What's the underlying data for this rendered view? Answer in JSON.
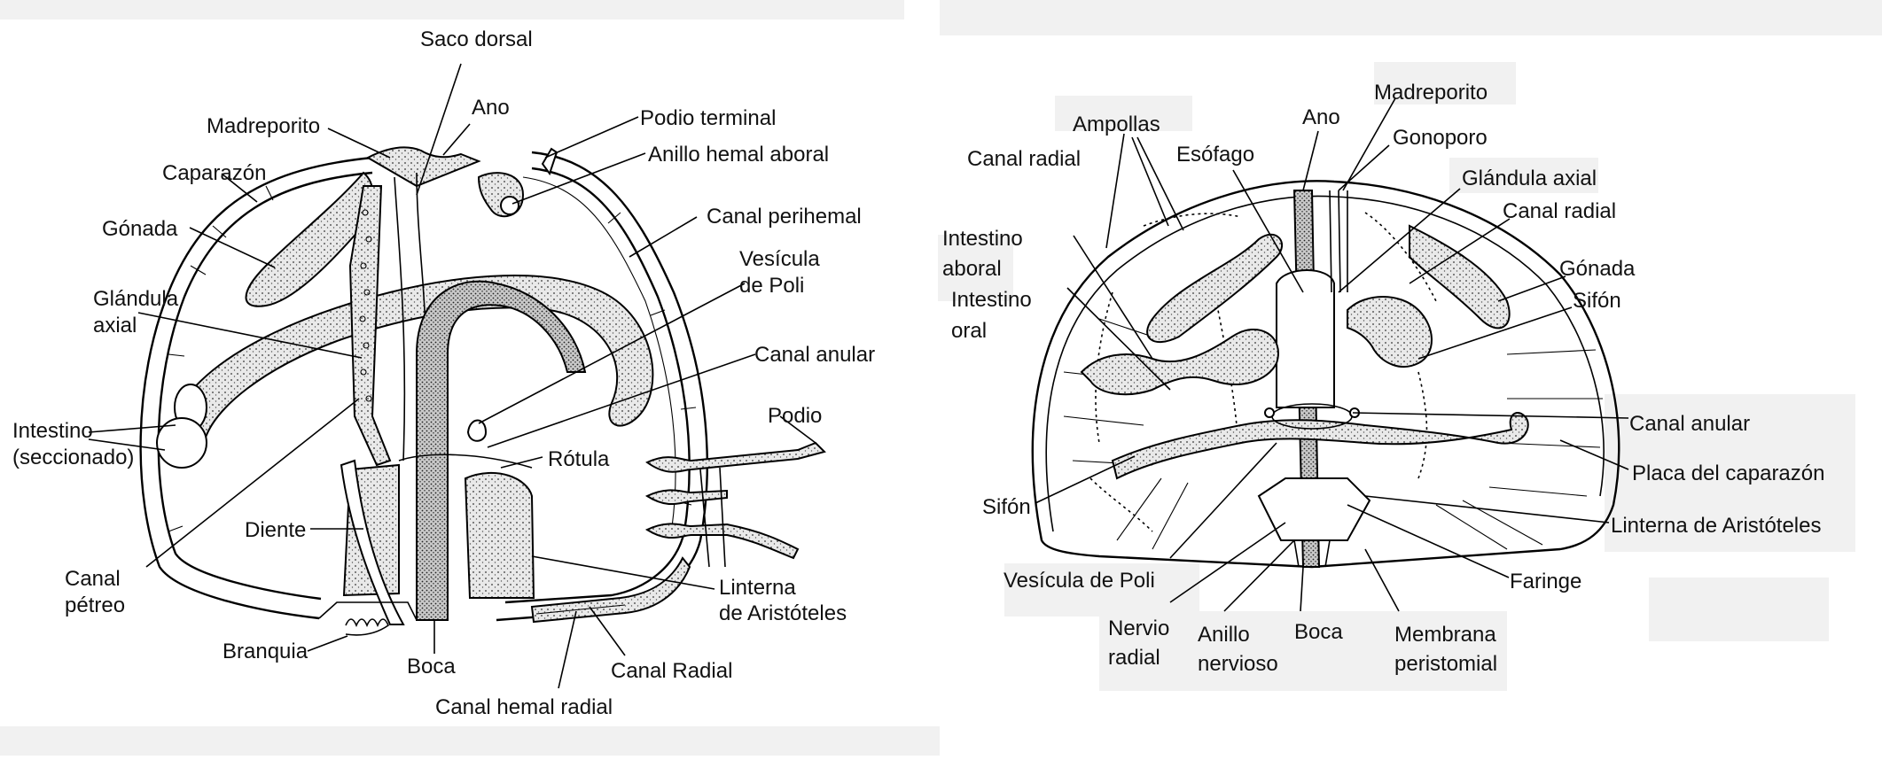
{
  "left": {
    "labels": {
      "saco_dorsal": "Saco dorsal",
      "ano": "Ano",
      "madreporito": "Madreporito",
      "podio_terminal": "Podio terminal",
      "anillo_hemal_aboral": "Anillo hemal aboral",
      "caparazon": "Caparazón",
      "gonada": "Gónada",
      "canal_perihemal": "Canal perihemal",
      "vesicula_1": "Vesícula",
      "vesicula_2": "de Poli",
      "glandula_1": "Glándula",
      "glandula_2": "axial",
      "canal_anular": "Canal anular",
      "podio": "Podio",
      "intestino_1": "Intestino",
      "intestino_2": "(seccionado)",
      "rotula": "Rótula",
      "diente": "Diente",
      "canal_petreo_1": "Canal",
      "canal_petreo_2": "pétreo",
      "linterna_1": "Linterna",
      "linterna_2": "de Aristóteles",
      "branquia": "Branquia",
      "boca": "Boca",
      "canal_radial": "Canal Radial",
      "canal_hemal_radial": "Canal hemal radial"
    }
  },
  "right": {
    "labels": {
      "madreporito": "Madreporito",
      "ampollas": "Ampollas",
      "ano": "Ano",
      "gonoporo": "Gonoporo",
      "canal_radial_top": "Canal radial",
      "esofago": "Esófago",
      "glandula_axial": "Glándula axial",
      "canal_radial_right": "Canal radial",
      "intestino_aboral_1": "Intestino",
      "intestino_aboral_2": "aboral",
      "gonada": "Gónada",
      "intestino_oral_1": "Intestino",
      "intestino_oral_2": "oral",
      "sifon_right": "Sifón",
      "canal_anular": "Canal anular",
      "placa": "Placa del caparazón",
      "sifon_left": "Sifón",
      "linterna": "Linterna de Aristóteles",
      "vesicula": "Vesícula de Poli",
      "faringe": "Faringe",
      "nervio_1": "Nervio",
      "nervio_2": "radial",
      "anillo_1": "Anillo",
      "anillo_2": "nervioso",
      "boca": "Boca",
      "membrana_1": "Membrana",
      "membrana_2": "peristomial"
    }
  }
}
